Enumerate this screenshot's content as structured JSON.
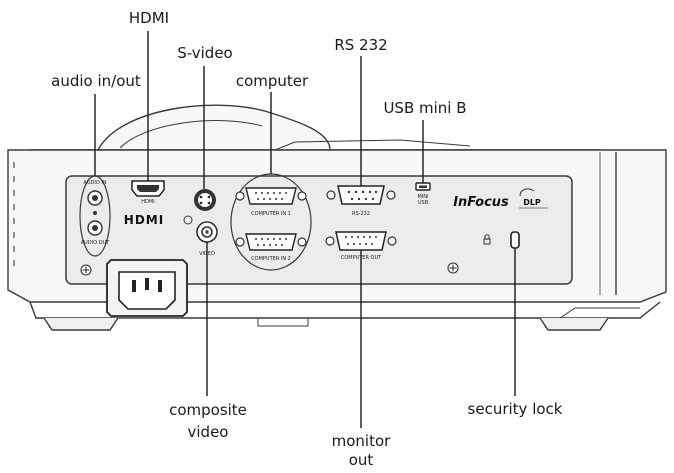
{
  "callouts": {
    "hdmi": "HDMI",
    "s_video": "S-video",
    "audio_in_out": "audio in/out",
    "computer": "computer",
    "rs232": "RS 232",
    "usb_mini_b": "USB mini B",
    "composite_video_line1": "composite",
    "composite_video_line2": "video",
    "security_lock": "security lock",
    "monitor_out_line1": "monitor",
    "monitor_out_line2": "out"
  },
  "panel_labels": {
    "audio_in": "AUDIO IN",
    "audio_out": "AUDIO OUT",
    "hdmi_small": "HDMI",
    "hdmi_logo": "HDMI",
    "video": "VIDEO",
    "computer_in_1": "COMPUTER IN 1",
    "computer_in_2": "COMPUTER IN 2",
    "rs232": "RS-232",
    "computer_out": "COMPUTER OUT",
    "mini_usb_line1": "MINI",
    "mini_usb_line2": "USB",
    "brand": "InFocus",
    "dlp": "DLP"
  },
  "colors": {
    "outline": "#3a3a3a",
    "body_fill": "#f7f7f7",
    "panel_fill": "#ececec",
    "text": "#1a1a1a"
  }
}
